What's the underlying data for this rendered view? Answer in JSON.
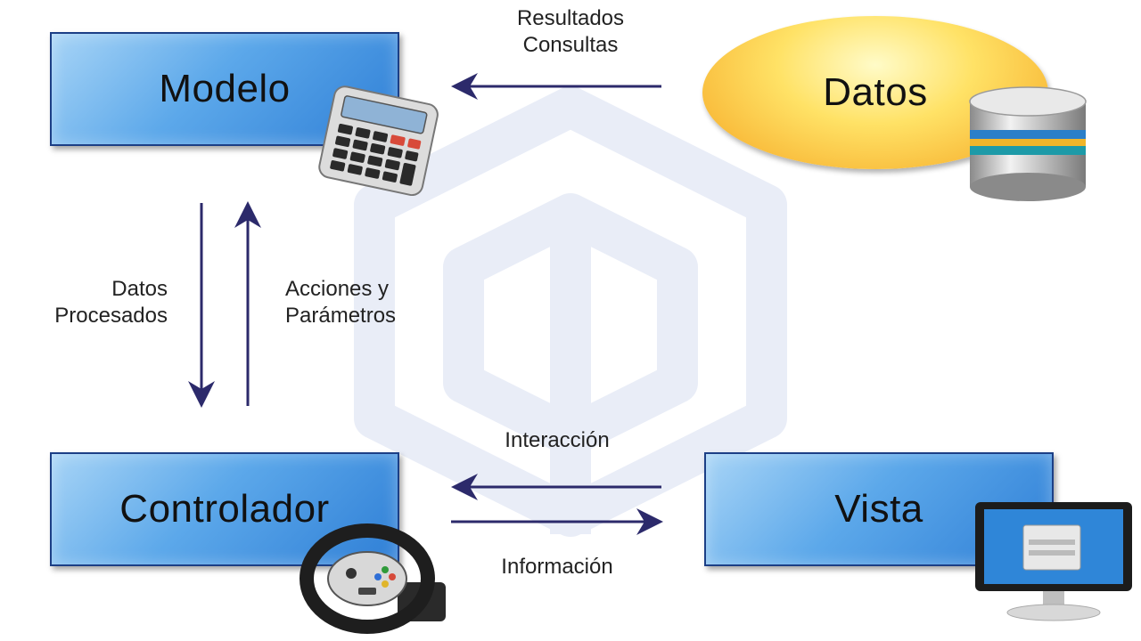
{
  "nodes": {
    "modelo": "Modelo",
    "datos": "Datos",
    "controlador": "Controlador",
    "vista": "Vista"
  },
  "flows": {
    "resultados_consultas": [
      "Resultados",
      "Consultas"
    ],
    "datos_procesados": [
      "Datos",
      "Procesados"
    ],
    "acciones_parametros": [
      "Acciones y",
      "Parámetros"
    ],
    "interaccion": "Interacción",
    "informacion": "Información"
  },
  "colors": {
    "arrow": "#2c2a6b",
    "box_border": "#1c3f86",
    "watermark": "#e9edf7"
  },
  "icons": {
    "modelo": "calculator-icon",
    "datos": "database-icon",
    "controlador": "steering-wheel-icon",
    "vista": "monitor-icon"
  }
}
